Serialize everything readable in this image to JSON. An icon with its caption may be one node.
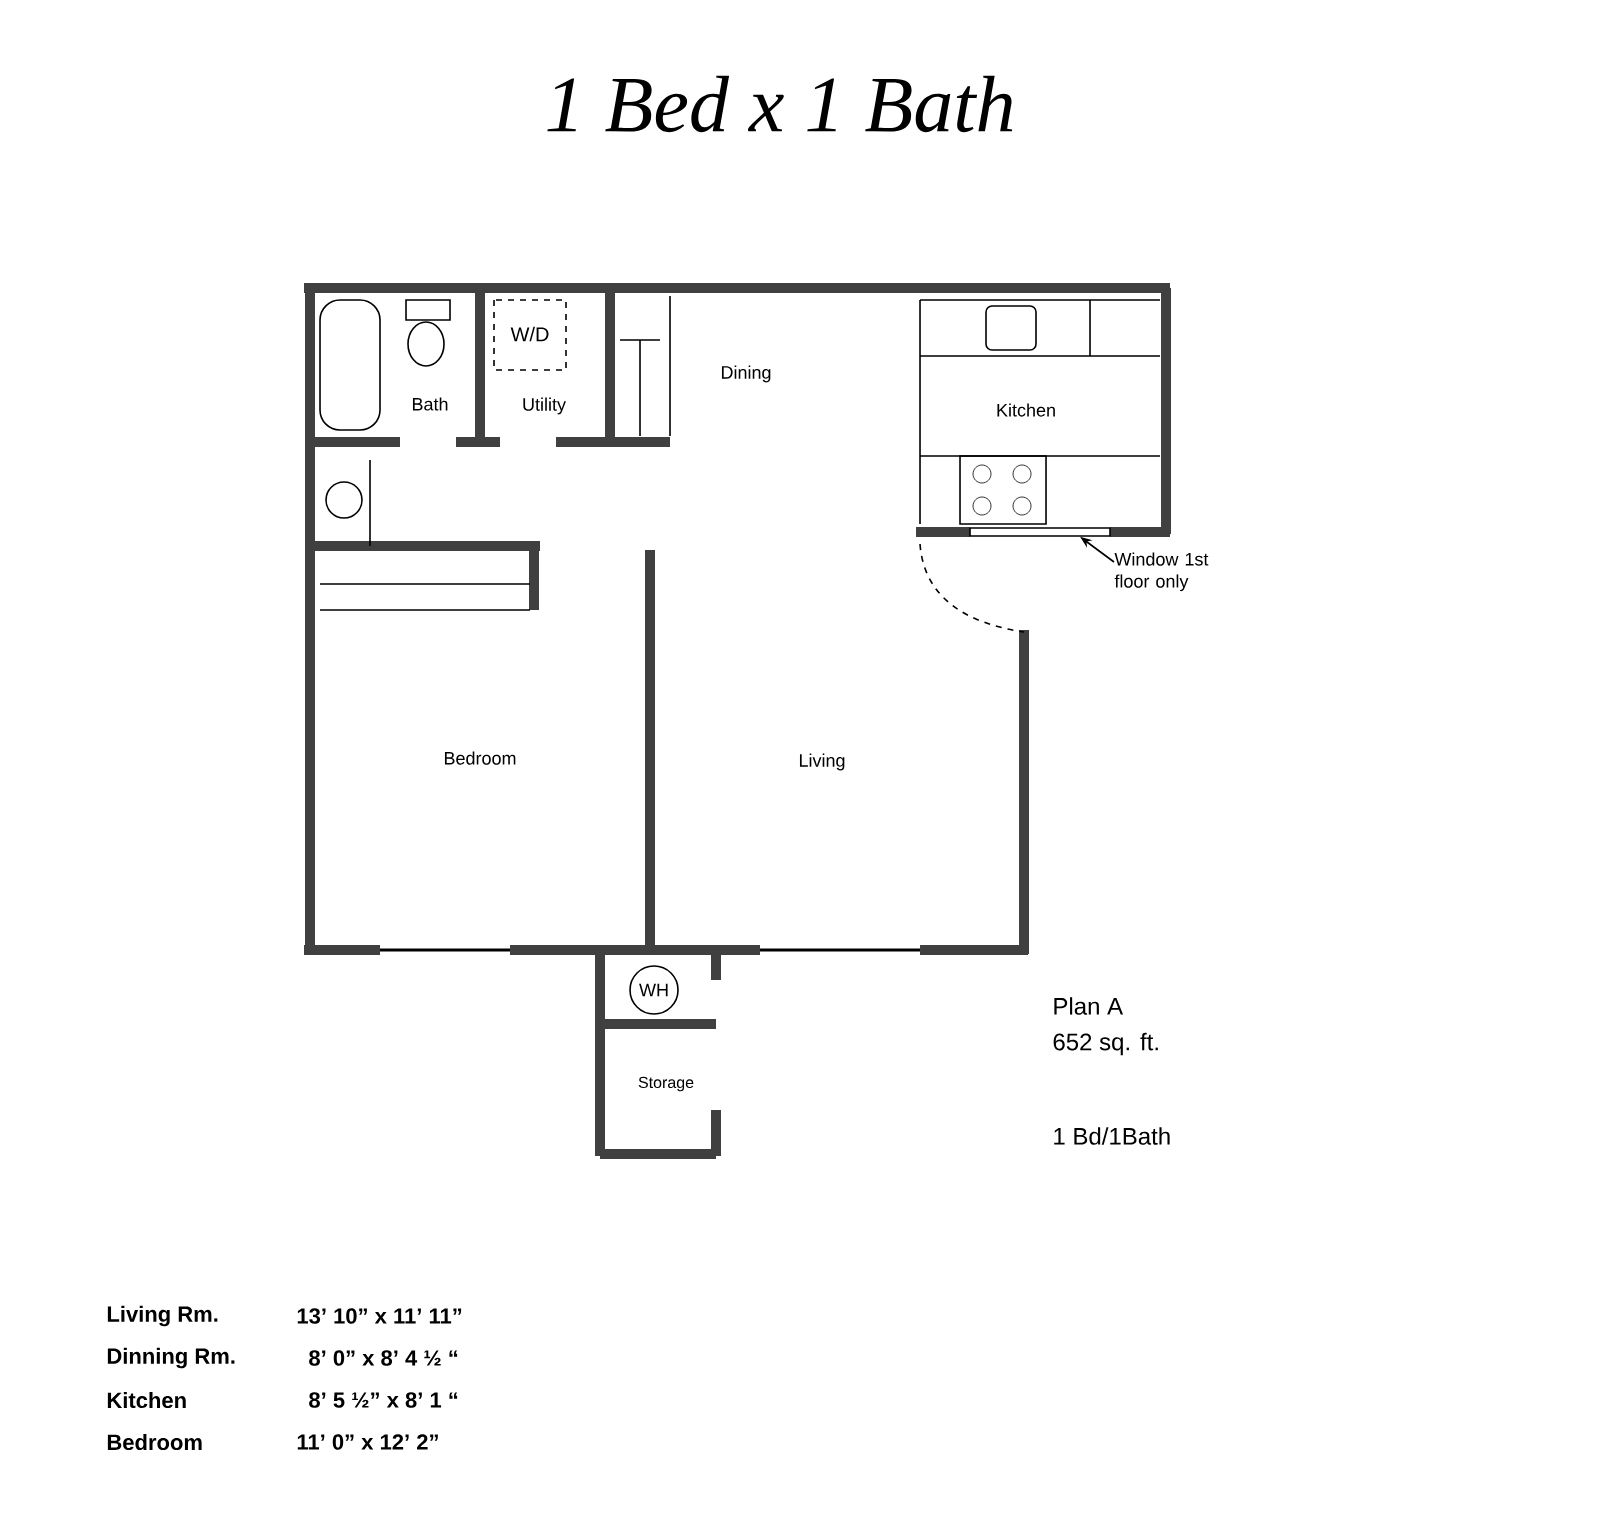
{
  "diagram": {
    "title": "1 Bed x 1 Bath",
    "nodes": [
      {
        "text": [
          "Window 1st floor only"
        ]
      },
      {
        "text": [],
        "shape": "box"
      }
    ],
    "edges": [
      {
        "from": 0,
        "to": 1,
        "arrow": "to"
      }
    ],
    "labels": [
      "W/D",
      "Bath",
      "Utility",
      "Dining",
      "Kitchen",
      "Bedroom",
      "Living",
      "WH",
      "Plan A",
      "652 sq. ft.",
      "Storage",
      "1 Bd/1Bath",
      "Living Rm.",
      "13’ 10” x 11’ 11”",
      "Dinning Rm.",
      "8’ 0” x 8’ 4 ½ “",
      "Kitchen",
      "8’ 5 ½” x 8’ 1 “",
      "Bedroom",
      "11’ 0” x 12’ 2”"
    ]
  }
}
